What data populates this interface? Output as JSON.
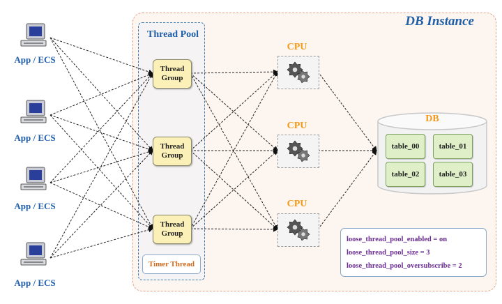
{
  "db_instance": {
    "title": "DB Instance"
  },
  "thread_pool": {
    "title": "Thread Pool",
    "groups": [
      {
        "label": "Thread Group"
      },
      {
        "label": "Thread Group"
      },
      {
        "label": "Thread Group"
      }
    ],
    "timer_label": "Timer Thread"
  },
  "apps": [
    {
      "label": "App / ECS",
      "icon": "computer-icon"
    },
    {
      "label": "App / ECS",
      "icon": "computer-icon"
    },
    {
      "label": "App / ECS",
      "icon": "computer-icon"
    },
    {
      "label": "App / ECS",
      "icon": "computer-icon"
    }
  ],
  "cpus": [
    {
      "label": "CPU",
      "icon": "gears-icon"
    },
    {
      "label": "CPU",
      "icon": "gears-icon"
    },
    {
      "label": "CPU",
      "icon": "gears-icon"
    }
  ],
  "database": {
    "title": "DB",
    "tables": [
      "table_00",
      "table_01",
      "table_02",
      "table_03"
    ]
  },
  "config": {
    "lines": [
      "loose_thread_pool_enabled = on",
      "loose_thread_pool_size = 3",
      "loose_thread_pool_oversubscribe = 2"
    ]
  },
  "colors": {
    "title_blue": "#1f5fa8",
    "cpu_orange": "#f39a1a",
    "config_purple": "#6a2c91",
    "thread_group_fill": "#fbf0b8",
    "table_fill": "#dff0c8"
  }
}
